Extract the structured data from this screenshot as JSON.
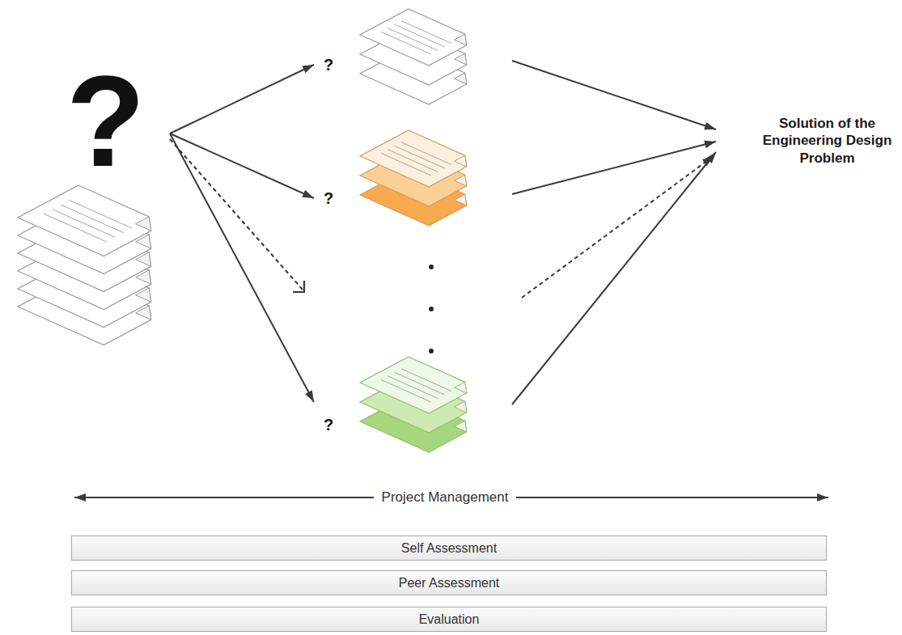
{
  "diagram": {
    "nodes": [
      {
        "text": [
          "?"
        ]
      },
      {
        "text": [
          "?"
        ]
      },
      {
        "text": [
          "?"
        ]
      },
      {
        "text": [
          "?"
        ]
      },
      {
        "text": [
          "Solution of the Engineering Design Problem"
        ]
      },
      {
        "text": [
          "Self Assessment"
        ]
      },
      {
        "text": [
          "Peer Assessment"
        ]
      },
      {
        "text": [
          "Evaluation"
        ]
      }
    ],
    "edges": [
      {
        "from": 0,
        "to": 1,
        "arrow": "to"
      },
      {
        "from": 0,
        "to": 2,
        "arrow": "to"
      },
      {
        "from": 0,
        "to": 3,
        "arrow": "to"
      },
      {
        "from": 1,
        "to": 4,
        "arrow": "to"
      },
      {
        "from": 2,
        "to": 4,
        "arrow": "to"
      },
      {
        "from": 3,
        "to": 4,
        "arrow": "to"
      }
    ],
    "labels": [
      "Project Management"
    ]
  }
}
